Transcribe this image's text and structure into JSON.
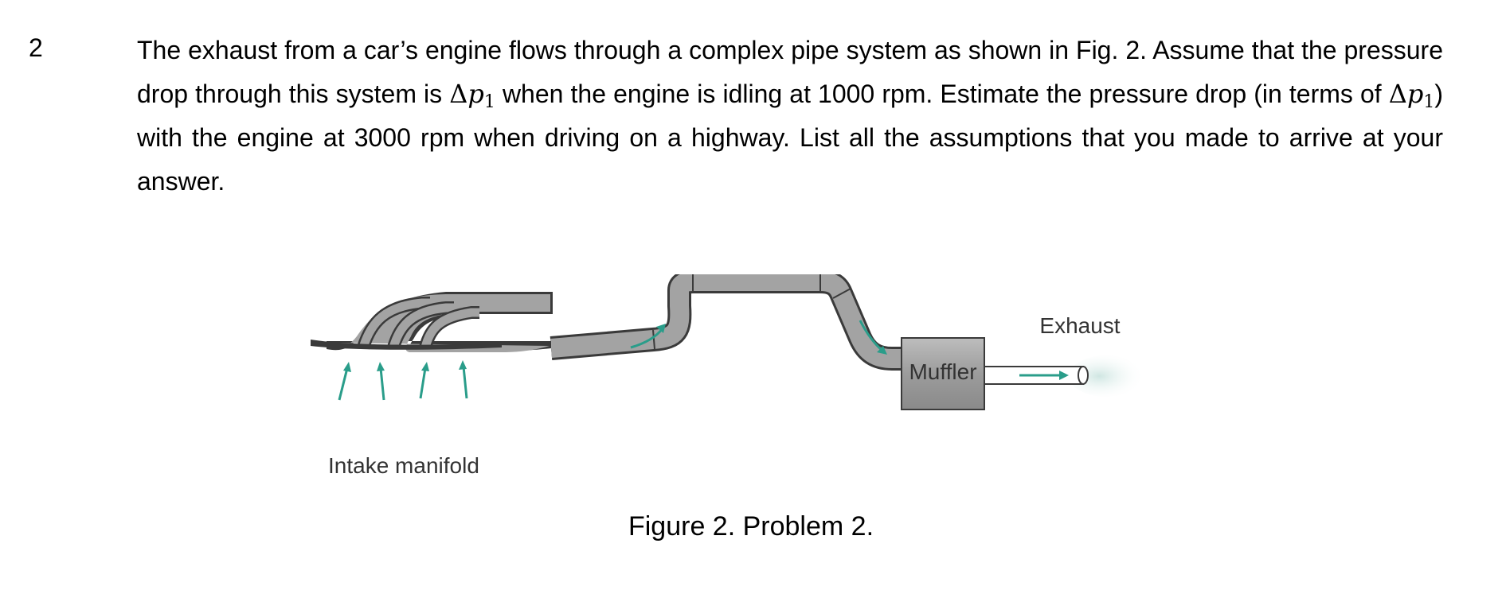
{
  "question": {
    "number": "2",
    "text_1": "The exhaust from a car’s engine flows through a complex pipe system as shown in Fig. 2. Assume that the pressure drop through this system is ",
    "text_2": " when the engine is idling at 1000 rpm. Estimate the pressure drop (in terms of ",
    "text_3": ") with the engine at 3000 rpm when driving on a highway. List all the assumptions that you made to arrive at your answer.",
    "symbol_delta": "Δ",
    "symbol_p": "p",
    "symbol_sub": "1"
  },
  "figure": {
    "muffler_label": "Muffler",
    "exhaust_label": "Exhaust",
    "intake_label": "Intake manifold",
    "pipe_color": "#a3a3a3",
    "pipe_outline": "#3a3a3a",
    "arrow_color": "#2a9d8a",
    "exhaust_gas_color": "#cfe6e2"
  },
  "caption": "Figure 2. Problem 2."
}
